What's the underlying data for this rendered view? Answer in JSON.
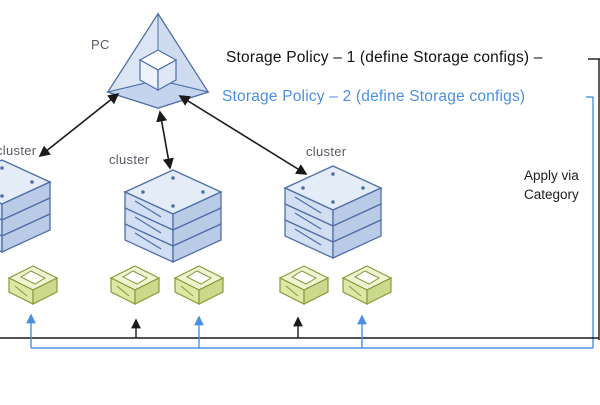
{
  "pc": {
    "label": "PC"
  },
  "policies": [
    {
      "label": "Storage Policy – 1 (define Storage configs) –",
      "color": "#111111"
    },
    {
      "label": "Storage Policy – 2 (define Storage configs)",
      "color": "#4a90e2"
    }
  ],
  "apply": {
    "line1": "Apply via",
    "line2": "Category"
  },
  "clusters": [
    {
      "label": "cluster"
    },
    {
      "label": "cluster"
    },
    {
      "label": "cluster"
    }
  ],
  "colors": {
    "server_face": "#e3ecf7",
    "server_side": "#b9cbe6",
    "server_stroke": "#4f6fa8",
    "vm_face": "#eef3d2",
    "vm_side": "#cbd98c",
    "vm_stroke": "#8a9a3a",
    "black_line": "#1a1a1a",
    "blue_line": "#4a90e2"
  },
  "icons": {
    "pc": "pyramid-cube-icon",
    "server": "server-stack-icon",
    "vm": "vm-box-icon"
  }
}
